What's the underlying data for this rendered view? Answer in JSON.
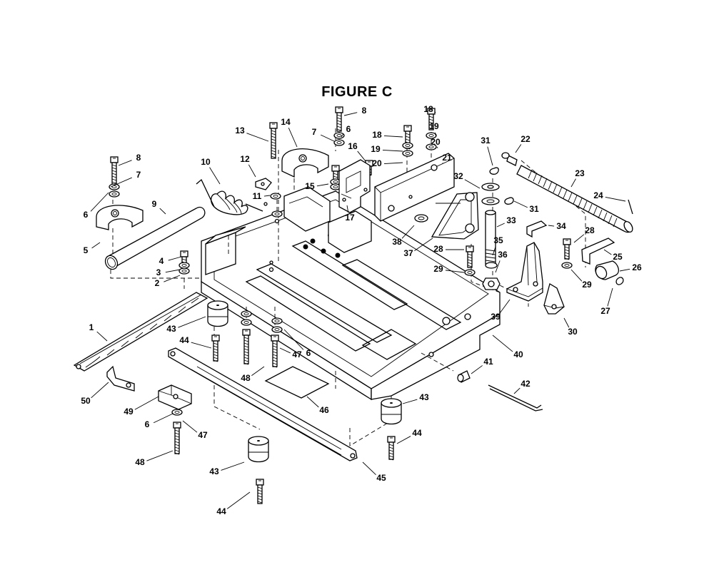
{
  "figure": {
    "title": "FIGURE C"
  },
  "callouts": [
    {
      "id": "c1",
      "text": "1"
    },
    {
      "id": "c2",
      "text": "2"
    },
    {
      "id": "c3",
      "text": "3"
    },
    {
      "id": "c4",
      "text": "4"
    },
    {
      "id": "c5",
      "text": "5"
    },
    {
      "id": "c6a",
      "text": "6"
    },
    {
      "id": "c6b",
      "text": "6"
    },
    {
      "id": "c6c",
      "text": "6"
    },
    {
      "id": "c6d",
      "text": "6"
    },
    {
      "id": "c7a",
      "text": "7"
    },
    {
      "id": "c7b",
      "text": "7"
    },
    {
      "id": "c8a",
      "text": "8"
    },
    {
      "id": "c8b",
      "text": "8"
    },
    {
      "id": "c9",
      "text": "9"
    },
    {
      "id": "c10",
      "text": "10"
    },
    {
      "id": "c11",
      "text": "11"
    },
    {
      "id": "c12",
      "text": "12"
    },
    {
      "id": "c13",
      "text": "13"
    },
    {
      "id": "c14",
      "text": "14"
    },
    {
      "id": "c15",
      "text": "15"
    },
    {
      "id": "c16",
      "text": "16"
    },
    {
      "id": "c17",
      "text": "17"
    },
    {
      "id": "c18a",
      "text": "18"
    },
    {
      "id": "c18b",
      "text": "18"
    },
    {
      "id": "c19a",
      "text": "19"
    },
    {
      "id": "c19b",
      "text": "19"
    },
    {
      "id": "c20a",
      "text": "20"
    },
    {
      "id": "c20b",
      "text": "20"
    },
    {
      "id": "c21",
      "text": "21"
    },
    {
      "id": "c22",
      "text": "22"
    },
    {
      "id": "c23",
      "text": "23"
    },
    {
      "id": "c24",
      "text": "24"
    },
    {
      "id": "c25",
      "text": "25"
    },
    {
      "id": "c26",
      "text": "26"
    },
    {
      "id": "c27",
      "text": "27"
    },
    {
      "id": "c28a",
      "text": "28"
    },
    {
      "id": "c28b",
      "text": "28"
    },
    {
      "id": "c29a",
      "text": "29"
    },
    {
      "id": "c29b",
      "text": "29"
    },
    {
      "id": "c30",
      "text": "30"
    },
    {
      "id": "c31a",
      "text": "31"
    },
    {
      "id": "c31b",
      "text": "31"
    },
    {
      "id": "c32",
      "text": "32"
    },
    {
      "id": "c33",
      "text": "33"
    },
    {
      "id": "c34",
      "text": "34"
    },
    {
      "id": "c35",
      "text": "35"
    },
    {
      "id": "c36",
      "text": "36"
    },
    {
      "id": "c37",
      "text": "37"
    },
    {
      "id": "c38",
      "text": "38"
    },
    {
      "id": "c39",
      "text": "39"
    },
    {
      "id": "c40",
      "text": "40"
    },
    {
      "id": "c41",
      "text": "41"
    },
    {
      "id": "c42",
      "text": "42"
    },
    {
      "id": "c43a",
      "text": "43"
    },
    {
      "id": "c43b",
      "text": "43"
    },
    {
      "id": "c43c",
      "text": "43"
    },
    {
      "id": "c44a",
      "text": "44"
    },
    {
      "id": "c44b",
      "text": "44"
    },
    {
      "id": "c44c",
      "text": "44"
    },
    {
      "id": "c45",
      "text": "45"
    },
    {
      "id": "c46",
      "text": "46"
    },
    {
      "id": "c47a",
      "text": "47"
    },
    {
      "id": "c47b",
      "text": "47"
    },
    {
      "id": "c48a",
      "text": "48"
    },
    {
      "id": "c48b",
      "text": "48"
    },
    {
      "id": "c49",
      "text": "49"
    },
    {
      "id": "c50",
      "text": "50"
    }
  ]
}
